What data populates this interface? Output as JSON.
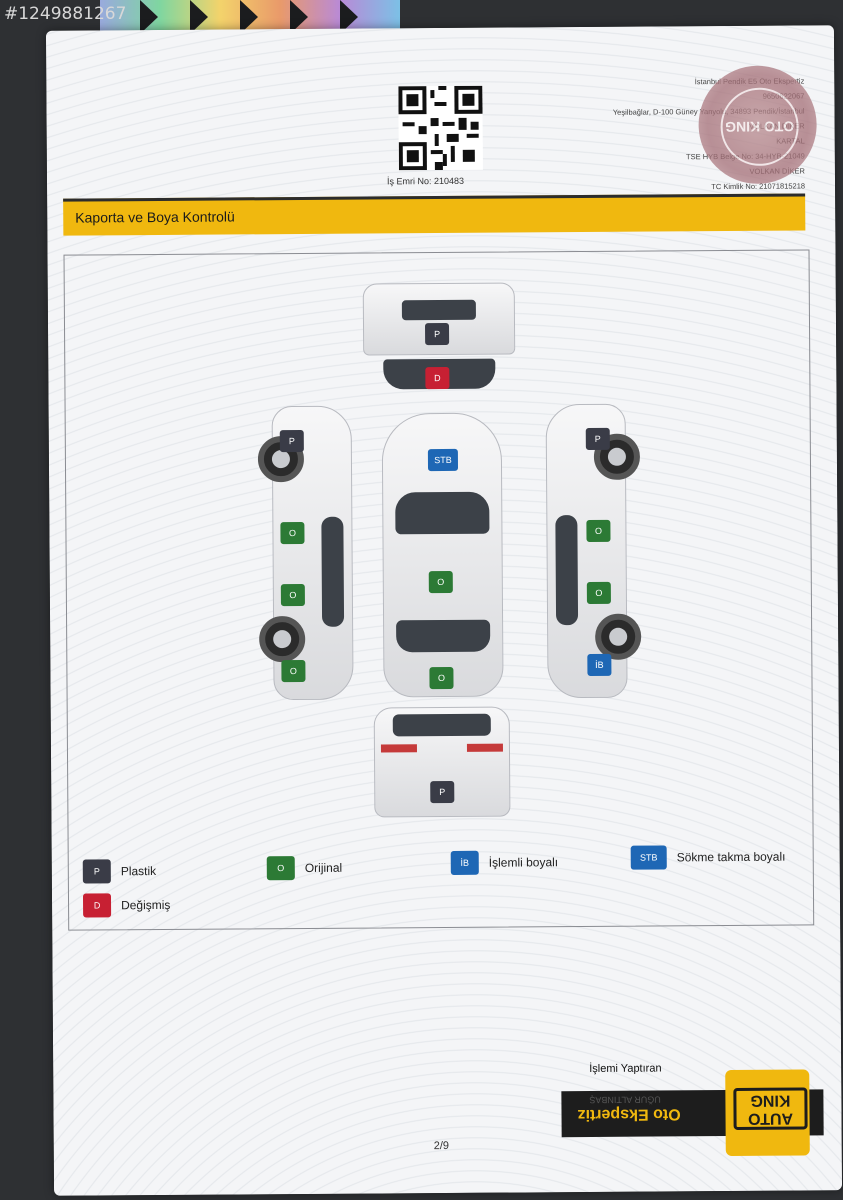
{
  "image_id_label": "#1249881267",
  "header": {
    "job_number": "İş Emri No: 210483",
    "company_lines": [
      "İstanbul Pendik E5 Oto Ekspertiz",
      "9650622067",
      "Yeşilbağlar, D-100 Güney Yanyolu, 34893 Pendik/İstanbul",
      "VOLKAN DİKER",
      "KARTAL",
      "TSE HYB Belge No: 34-HYB-21049",
      "VOLKAN DİKER",
      "TC Kimlik No: 21071815218"
    ],
    "seal_text": "OTO KING"
  },
  "section": {
    "title": "Kaporta ve Boya Kontrolü"
  },
  "diagram": {
    "markers": [
      {
        "id": "front",
        "code": "P",
        "color": "#3a3c47"
      },
      {
        "id": "windshield",
        "code": "D",
        "color": "#c72033"
      },
      {
        "id": "hood",
        "code": "STB",
        "color": "#1e67b5"
      },
      {
        "id": "roof",
        "code": "O",
        "color": "#2c7a35"
      },
      {
        "id": "trunk",
        "code": "O",
        "color": "#2c7a35"
      },
      {
        "id": "rear",
        "code": "P",
        "color": "#3a3c47"
      },
      {
        "id": "left-front-bumper",
        "code": "P",
        "color": "#3a3c47"
      },
      {
        "id": "left-front-door",
        "code": "O",
        "color": "#2c7a35"
      },
      {
        "id": "left-rear-door",
        "code": "O",
        "color": "#2c7a35"
      },
      {
        "id": "left-rear-fender",
        "code": "O",
        "color": "#2c7a35"
      },
      {
        "id": "right-front-bumper",
        "code": "P",
        "color": "#3a3c47"
      },
      {
        "id": "right-front-door",
        "code": "O",
        "color": "#2c7a35"
      },
      {
        "id": "right-rear-door",
        "code": "O",
        "color": "#2c7a35"
      },
      {
        "id": "right-rear-fender",
        "code": "İB",
        "color": "#1e67b5"
      }
    ]
  },
  "legend": [
    {
      "code": "P",
      "label": "Plastik",
      "color": "#3a3c47"
    },
    {
      "code": "O",
      "label": "Orijinal",
      "color": "#2c7a35"
    },
    {
      "code": "İB",
      "label": "İşlemli boyalı",
      "color": "#1e67b5"
    },
    {
      "code": "STB",
      "label": "Sökme takma boyalı",
      "color": "#1e67b5"
    },
    {
      "code": "D",
      "label": "Değişmiş",
      "color": "#c72033"
    }
  ],
  "footer": {
    "requester_label": "İşlemi Yaptıran",
    "requester_name": "UĞUR ALTINBAŞ",
    "brand_bar": "Oto Ekspertiz",
    "brand_logo": "AUTO KING",
    "page_number": "2/9"
  }
}
